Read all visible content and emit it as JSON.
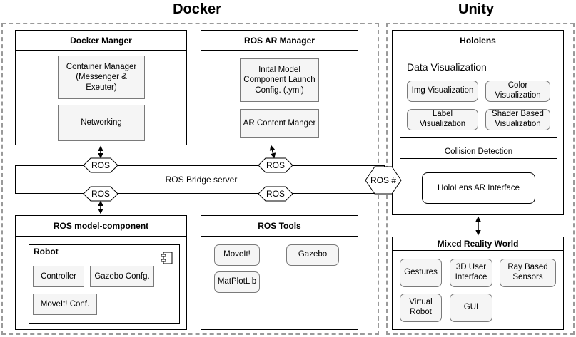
{
  "regions": {
    "docker_title": "Docker",
    "unity_title": "Unity"
  },
  "docker": {
    "docker_manager": {
      "title": "Docker Manger",
      "container_manager": "Container Manager\n(Messenger &\nExeuter)",
      "networking": "Networking"
    },
    "ros_ar_manager": {
      "title": "ROS AR Manager",
      "initial_model": "Inital Model\nComponent Launch\nConfig. (.yml)",
      "ar_content": "AR Content Manger"
    },
    "ros_bridge": {
      "label": "ROS Bridge server",
      "ros_top_left": "ROS",
      "ros_top_right": "ROS",
      "ros_bottom_left": "ROS",
      "ros_bottom_right": "ROS",
      "ros_sharp": "ROS #"
    },
    "ros_model_component": {
      "title": "ROS model-component",
      "robot_title": "Robot",
      "controller": "Controller",
      "gazebo_config": "Gazebo Confg.",
      "moveit_config": "MoveIt! Conf."
    },
    "ros_tools": {
      "title": "ROS Tools",
      "moveit": "MoveIt!",
      "gazebo": "Gazebo",
      "matplotlib": "MatPlotLib"
    }
  },
  "unity": {
    "hololens": {
      "title": "Hololens",
      "data_visualization": {
        "title": "Data Visualization",
        "img": "Img Visualization",
        "color": "Color\nVisualization",
        "label": "Label\nVisualization",
        "shader": "Shader Based\nVisualization"
      },
      "collision_detection": "Collision Detection",
      "ar_interface": "HoloLens AR Interface"
    },
    "mixed_reality_world": {
      "title": "Mixed Reality World",
      "gestures": "Gestures",
      "ui_3d": "3D User\nInterface",
      "ray_sensors": "Ray Based\nSensors",
      "virtual_robot": "Virtual\nRobot",
      "gui": "GUI"
    }
  },
  "colors": {
    "dashed_border": "#9a9a9a",
    "box_fill": "#f5f5f5",
    "box_border": "#7a7a7a"
  }
}
